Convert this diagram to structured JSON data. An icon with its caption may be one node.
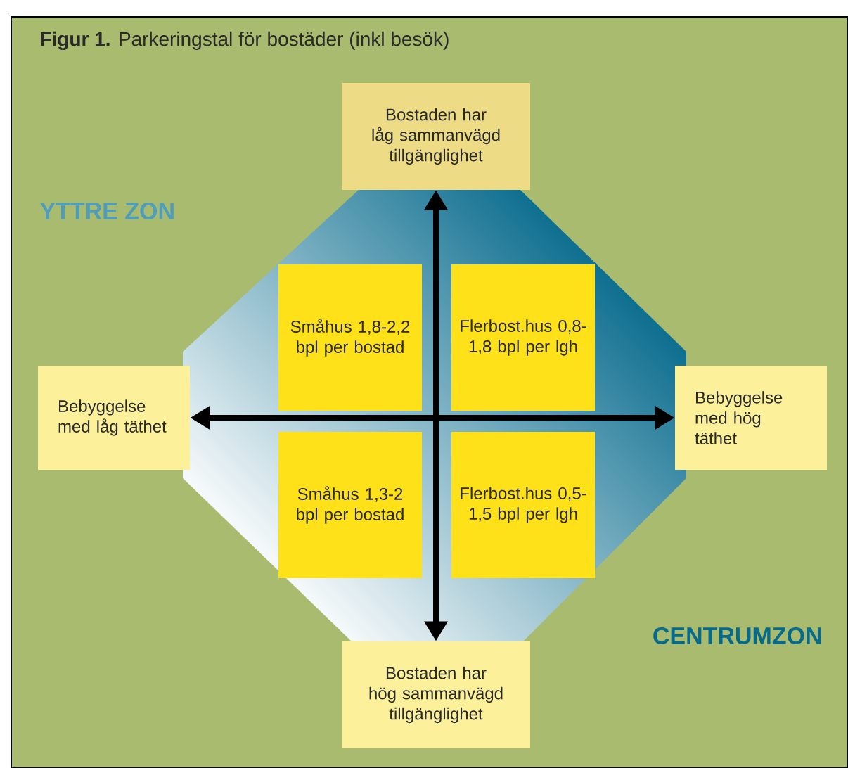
{
  "diagram": {
    "title": "**Figur 1.** Parkeringstal för bostäder (inkl besök)",
    "nodes": [
      {
        "text": [
          "Bostaden har låg sammanvägd tillgänglighet"
        ]
      },
      {
        "text": [
          "Bebyggelse med låg täthet"
        ]
      },
      {
        "text": [
          "Bebyggelse med hög täthet"
        ]
      },
      {
        "text": [
          "Bostaden har hög sammanvägd tillgänglighet"
        ]
      },
      {
        "text": [
          "Småhus 1,8-2,2 bpl per bostad"
        ]
      },
      {
        "text": [
          "Flerbost.hus 0,8-1,8 bpl per lgh"
        ]
      },
      {
        "text": [
          "Småhus 1,3-2 bpl per bostad"
        ]
      },
      {
        "text": [
          "Flerbost.hus 0,5-1,5 bpl per lgh"
        ]
      }
    ],
    "edges": [
      {
        "from": 0,
        "to": 3,
        "arrow": "both"
      },
      {
        "from": 1,
        "to": 2,
        "arrow": "both"
      }
    ],
    "labels": [
      "YTTRE ZON",
      "CENTRUMZON"
    ]
  }
}
